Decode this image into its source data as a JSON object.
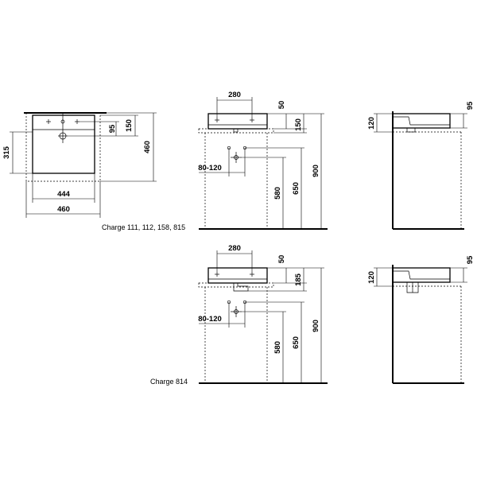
{
  "plan_view": {
    "dims": {
      "d315": "315",
      "d95": "95",
      "d150": "150",
      "d460_v": "460",
      "d444": "444",
      "d460_h": "460"
    }
  },
  "elevation_top": {
    "dims": {
      "d280": "280",
      "d50": "50",
      "d150": "150",
      "d900": "900",
      "d80_120": "80-120",
      "d580": "580",
      "d650": "650"
    },
    "charge_label": "Charge 111, 112, 158, 815"
  },
  "side_top": {
    "dims": {
      "d95": "95",
      "d120": "120"
    }
  },
  "elevation_bottom": {
    "dims": {
      "d280": "280",
      "d50": "50",
      "d185": "185",
      "d900": "900",
      "d80_120": "80-120",
      "d580": "580",
      "d650": "650"
    },
    "charge_label": "Charge 814"
  },
  "side_bottom": {
    "dims": {
      "d95": "95",
      "d120": "120"
    }
  }
}
